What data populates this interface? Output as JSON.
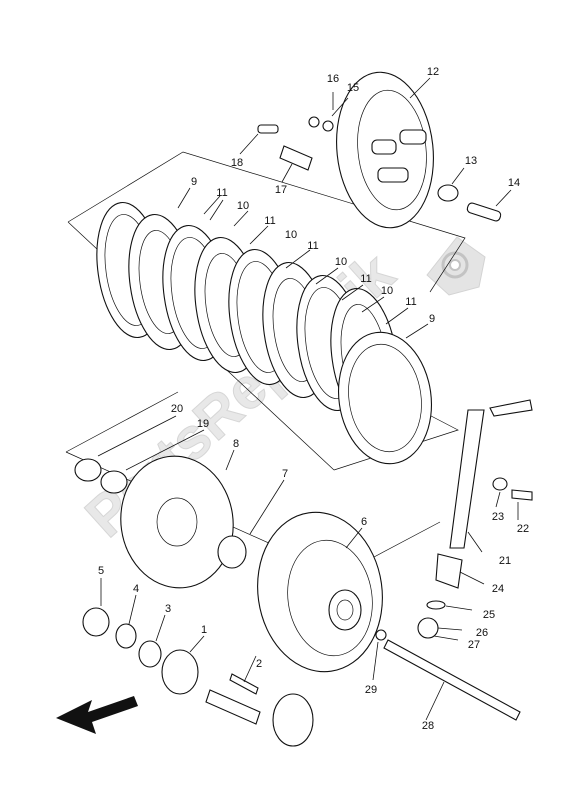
{
  "watermark": {
    "text": "PartsRepublik",
    "icon": "gear-icon"
  },
  "direction_arrow": {
    "icon": "arrow-left-icon"
  },
  "callouts": [
    {
      "id": "1",
      "text": "1"
    },
    {
      "id": "2",
      "text": "2"
    },
    {
      "id": "3",
      "text": "3"
    },
    {
      "id": "4",
      "text": "4"
    },
    {
      "id": "5",
      "text": "5"
    },
    {
      "id": "6",
      "text": "6"
    },
    {
      "id": "7",
      "text": "7"
    },
    {
      "id": "8",
      "text": "8"
    },
    {
      "id": "9a",
      "text": "9"
    },
    {
      "id": "9b",
      "text": "9"
    },
    {
      "id": "10a",
      "text": "10"
    },
    {
      "id": "10b",
      "text": "10"
    },
    {
      "id": "10c",
      "text": "10"
    },
    {
      "id": "10d",
      "text": "10"
    },
    {
      "id": "11a",
      "text": "11"
    },
    {
      "id": "11b",
      "text": "11"
    },
    {
      "id": "11c",
      "text": "11"
    },
    {
      "id": "11d",
      "text": "11"
    },
    {
      "id": "11e",
      "text": "11"
    },
    {
      "id": "12",
      "text": "12"
    },
    {
      "id": "13",
      "text": "13"
    },
    {
      "id": "14",
      "text": "14"
    },
    {
      "id": "15",
      "text": "15"
    },
    {
      "id": "16",
      "text": "16"
    },
    {
      "id": "17",
      "text": "17"
    },
    {
      "id": "18",
      "text": "18"
    },
    {
      "id": "19",
      "text": "19"
    },
    {
      "id": "20",
      "text": "20"
    },
    {
      "id": "21",
      "text": "21"
    },
    {
      "id": "22",
      "text": "22"
    },
    {
      "id": "23",
      "text": "23"
    },
    {
      "id": "24",
      "text": "24"
    },
    {
      "id": "25",
      "text": "25"
    },
    {
      "id": "26",
      "text": "26"
    },
    {
      "id": "27",
      "text": "27"
    },
    {
      "id": "28",
      "text": "28"
    },
    {
      "id": "29",
      "text": "29"
    }
  ]
}
